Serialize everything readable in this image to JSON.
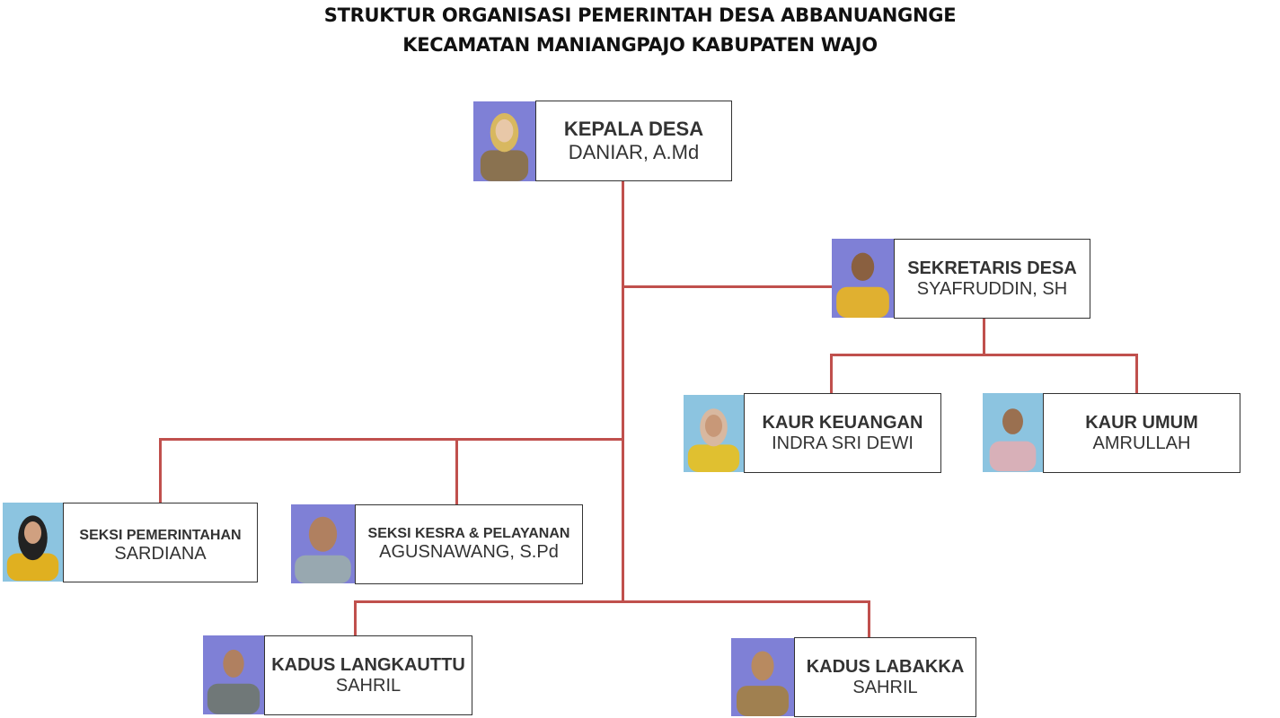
{
  "title": {
    "line1": "STRUKTUR ORGANISASI PEMERINTAH DESA ABBANUANGNGE",
    "line2": "KECAMATAN MANIANGPAJO KABUPATEN WAJO"
  },
  "colors": {
    "connector": "#c0504d",
    "photo_bg_purple": "#7f80d6",
    "photo_bg_blue": "#8cc4e0"
  },
  "nodes": {
    "kepala": {
      "role": "KEPALA DESA",
      "name": "DANIAR, A.Md"
    },
    "sekretaris": {
      "role": "SEKRETARIS DESA",
      "name": "SYAFRUDDIN, SH"
    },
    "keuangan": {
      "role": "KAUR KEUANGAN",
      "name": "INDRA SRI DEWI"
    },
    "umum": {
      "role": "KAUR UMUM",
      "name": "AMRULLAH"
    },
    "pemerintahan": {
      "role": "SEKSI PEMERINTAHAN",
      "name": "SARDIANA"
    },
    "kesra": {
      "role": "SEKSI KESRA & PELAYANAN",
      "name": "AGUSNAWANG, S.Pd"
    },
    "langkauttu": {
      "role": "KADUS LANGKAUTTU",
      "name": "SAHRIL"
    },
    "labakka": {
      "role": "KADUS LABAKKA",
      "name": "SAHRIL"
    }
  }
}
